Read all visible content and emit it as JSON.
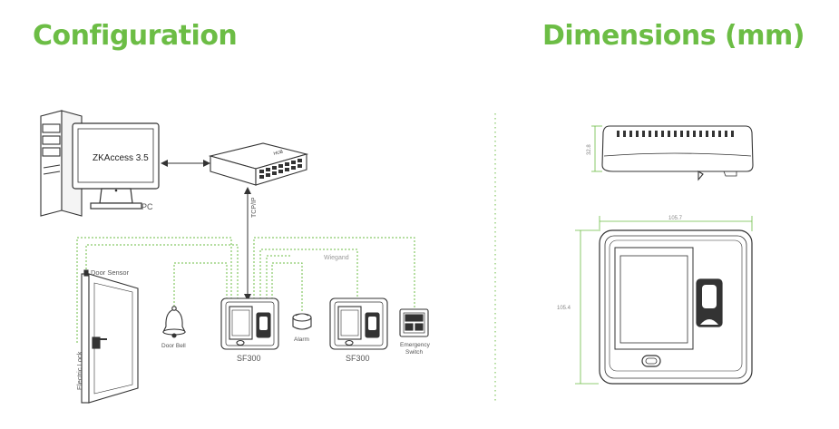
{
  "headings": {
    "configuration": "Configuration",
    "dimensions": "Dimensions (mm)"
  },
  "colors": {
    "accent": "#6cbd45",
    "wire": "#6cbd45",
    "stroke": "#333333"
  },
  "config": {
    "pc_screen_text": "ZKAccess 3.5",
    "pc_label": "PC",
    "link_label": "TCP/IP",
    "wiegand_label": "Wiegand",
    "door_sensor_label": "Door Sensor",
    "electric_lock_label": "Electric Lock",
    "door_bell_label": "Door Bell",
    "alarm_label": "Alarm",
    "device1_label": "SF300",
    "device2_label": "SF300",
    "emergency_label_line1": "Emergency",
    "emergency_label_line2": "Switch",
    "switch_brand": "HUB"
  },
  "dimensions": {
    "depth": "32.8",
    "width": "105.7",
    "height": "105.4"
  }
}
